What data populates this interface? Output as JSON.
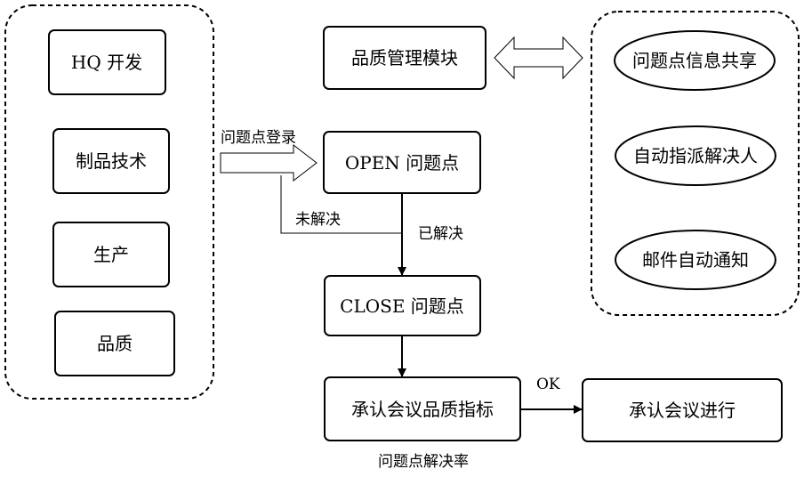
{
  "left_group": {
    "items": [
      "HQ 开发",
      "制品技术",
      "生产",
      "品质"
    ]
  },
  "flow": {
    "register_label": "问题点登录",
    "open_box": "OPEN 问题点",
    "unresolved_label": "未解决",
    "resolved_label": "已解决",
    "close_box": "CLOSE 问题点",
    "metric_box": "承认会议品质指标",
    "ok_label": "OK",
    "proceed_box": "承认会议进行",
    "rate_label": "问题点解决率"
  },
  "module": {
    "title": "品质管理模块"
  },
  "right_group": {
    "items": [
      "问题点信息共享",
      "自动指派解决人",
      "邮件自动通知"
    ]
  }
}
